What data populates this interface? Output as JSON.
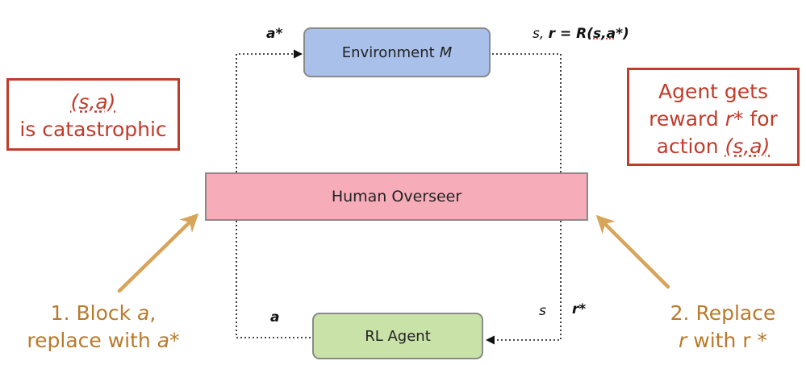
{
  "boxes": {
    "environment": {
      "label": "Environment",
      "label_italic": "M"
    },
    "overseer": {
      "label": "Human Overseer"
    },
    "agent": {
      "label": "RL Agent"
    }
  },
  "edge_labels": {
    "a_star_top": "a*",
    "env_out": "s, r = R(s,a*)",
    "agent_action": "a",
    "state_bottom": "s",
    "r_star_bottom": "r*"
  },
  "notes": {
    "left": {
      "line1": "(s,a)",
      "line2": "is catastrophic"
    },
    "right": {
      "line1": "Agent gets",
      "line2_pre": "reward ",
      "line2_it": "r*",
      "line2_post": " for",
      "line3_pre": "action ",
      "line3_it": "(s,a)"
    }
  },
  "steps": {
    "step1": {
      "line1_pre": "1. Block ",
      "line1_it": "a",
      "line1_post": ",",
      "line2_pre": "replace with ",
      "line2_it": "a*"
    },
    "step2": {
      "line1": "2. Replace",
      "line2_it": "r",
      "line2_post": " with r *"
    }
  },
  "colors": {
    "environment_fill": "#a9c0ea",
    "overseer_fill": "#f6adb9",
    "agent_fill": "#c9e2a7",
    "note_border": "#c23b2a",
    "step_arrow": "#d6a55a"
  }
}
